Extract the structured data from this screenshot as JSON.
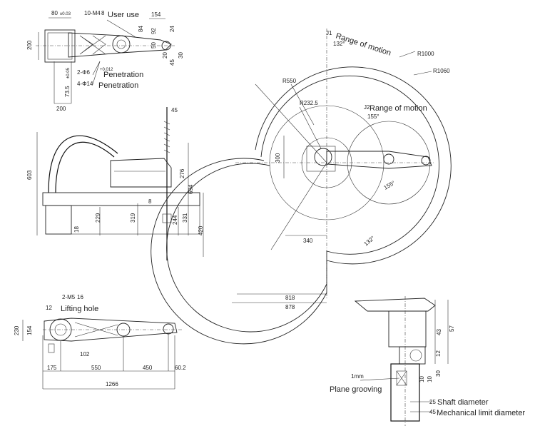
{
  "colors": {
    "line": "#222222",
    "background": "#ffffff"
  },
  "top_view": {
    "d80": "80",
    "d80_tol": "±0.03",
    "user_use_thread": "10-M4",
    "user_use_thread_depth": "8",
    "user_use_label": "User use",
    "d154": "154",
    "d84": "84",
    "d24": "24",
    "d92": "92",
    "d50": "50",
    "d20": "20",
    "d45": "45",
    "d30": "30",
    "d200_left": "200",
    "d73_5": "73.5",
    "d73_5_tol": "±0.05",
    "pen1_spec": "2-Φ6",
    "pen1_tol": "+0.012",
    "pen1_label": "Penetration",
    "pen2_spec": "4-Φ14",
    "pen2_label": "Penetration",
    "d200_bottom": "200"
  },
  "side_view": {
    "d45": "45",
    "d603": "603",
    "d276": "276",
    "d694": "694",
    "d8": "8",
    "d18": "18",
    "d229": "229",
    "d319": "319",
    "d244": "244",
    "d331": "331",
    "d420": "420"
  },
  "bottom_view": {
    "mount_spec": "2-M5",
    "mount_depth": "16",
    "d12": "12",
    "lifting_label": "Lifting hole",
    "d230": "230",
    "d154": "154",
    "d102": "102",
    "d175": "175",
    "d550": "550",
    "d450": "450",
    "d60_2": "60.2",
    "d1266": "1266"
  },
  "range_view": {
    "j1_label": "J1",
    "j1_range_label": "Range of motion",
    "j1_angle_top": "132°",
    "r1000": "R1000",
    "r1060": "R1060",
    "r550": "R550",
    "r232_5": "R232.5",
    "j2_label": "J2",
    "j2_range_label": "Range of motion",
    "j2_angle_top": "155°",
    "j2_angle_bottom": "155°",
    "j1_angle_bottom": "132°",
    "d300": "300",
    "d340": "340",
    "d818": "818",
    "d878": "878"
  },
  "shaft_view": {
    "d43": "43",
    "d57": "57",
    "d12": "12",
    "d30": "30",
    "d10a": "10",
    "d10b": "10",
    "groove_depth": "1mm",
    "groove_label": "Plane grooving",
    "d25": "25",
    "shaft_label": "Shaft diameter",
    "d45": "45",
    "limit_label": "Mechanical limit diameter"
  }
}
